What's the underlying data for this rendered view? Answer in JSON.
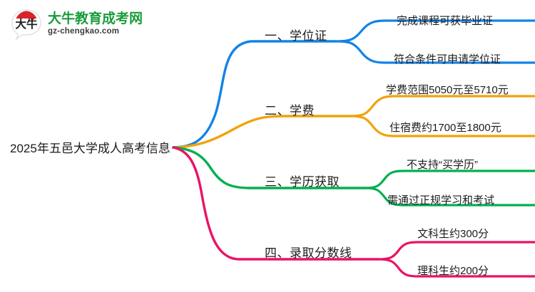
{
  "logo": {
    "name": "daniu-education-logo",
    "mark_text": "大牛",
    "brand_cn": "大牛教育成考网",
    "brand_url": "gz-chengkao.com",
    "brand_color": "#1a9c3c",
    "mark_color": "#d8232a"
  },
  "mindmap": {
    "root": {
      "label": "2025年五邑大学成人高考信息"
    },
    "branches": [
      {
        "id": "degree",
        "label": "一、学位证",
        "color": "#1283e8",
        "children": [
          {
            "label": "完成课程可获毕业证"
          },
          {
            "label": "符合条件可申请学位证"
          }
        ]
      },
      {
        "id": "tuition",
        "label": "二、学费",
        "color": "#f0a30a",
        "children": [
          {
            "label": "学费范围5050元至5710元"
          },
          {
            "label": "住宿费约1700至1800元"
          }
        ]
      },
      {
        "id": "credential",
        "label": "三、学历获取",
        "color": "#00b050",
        "children": [
          {
            "label": "不支持“买学历”"
          },
          {
            "label": "需通过正规学习和考试"
          }
        ]
      },
      {
        "id": "score-line",
        "label": "四、录取分数线",
        "color": "#ec1164",
        "children": [
          {
            "label": "文科生约300分"
          },
          {
            "label": "理科生约200分"
          }
        ]
      }
    ]
  }
}
